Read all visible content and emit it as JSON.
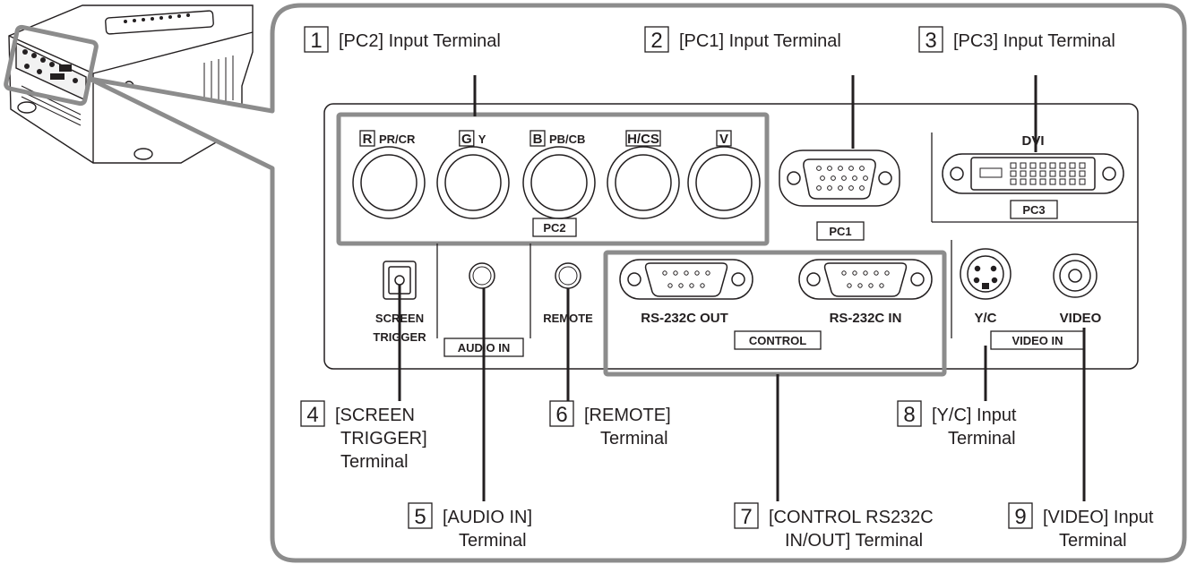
{
  "callouts": [
    {
      "num": "1",
      "lines": [
        "[PC2] Input Terminal"
      ]
    },
    {
      "num": "2",
      "lines": [
        "[PC1] Input Terminal"
      ]
    },
    {
      "num": "3",
      "lines": [
        "[PC3] Input Terminal"
      ]
    },
    {
      "num": "4",
      "lines": [
        "[SCREEN",
        "TRIGGER]",
        "Terminal"
      ]
    },
    {
      "num": "5",
      "lines": [
        "[AUDIO IN]",
        "Terminal"
      ]
    },
    {
      "num": "6",
      "lines": [
        "[REMOTE]",
        "Terminal"
      ]
    },
    {
      "num": "7",
      "lines": [
        "[CONTROL RS232C",
        "IN/OUT] Terminal"
      ]
    },
    {
      "num": "8",
      "lines": [
        "[Y/C] Input",
        "Terminal"
      ]
    },
    {
      "num": "9",
      "lines": [
        "[VIDEO] Input",
        "Terminal"
      ]
    }
  ],
  "panel": {
    "pc2_ports": [
      {
        "letter": "R",
        "text": "PR/CR"
      },
      {
        "letter": "G",
        "text": "Y"
      },
      {
        "letter": "B",
        "text": "PB/CB"
      },
      {
        "letter": "H/CS",
        "text": ""
      },
      {
        "letter": "V",
        "text": ""
      }
    ],
    "pc2_label": "PC2",
    "pc1_label": "PC1",
    "dvi_label": "DVI",
    "pc3_label": "PC3",
    "screen_trigger": [
      "SCREEN",
      "TRIGGER"
    ],
    "audio_in": "AUDIO IN",
    "remote": "REMOTE",
    "rs232c_out": "RS-232C OUT",
    "rs232c_in": "RS-232C IN",
    "control": "CONTROL",
    "yc": "Y/C",
    "video": "VIDEO",
    "video_in": "VIDEO IN"
  }
}
